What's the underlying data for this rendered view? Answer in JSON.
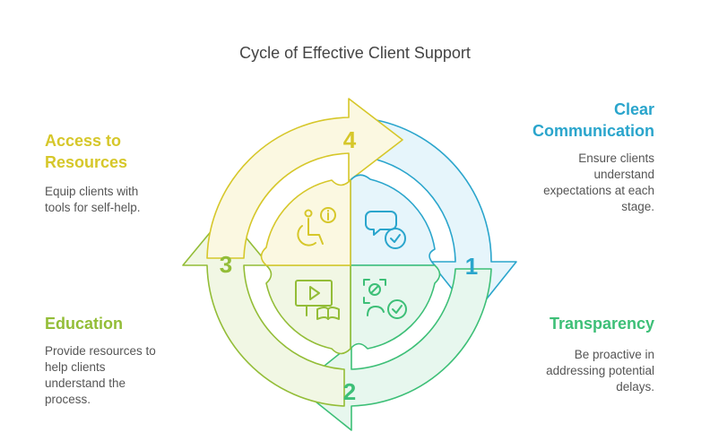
{
  "title": "Cycle of Effective Client Support",
  "colors": {
    "communication": "#2aa5cc",
    "transparency": "#3dbf77",
    "education": "#93bd37",
    "access": "#d6c72a"
  },
  "stages": [
    {
      "number": "1",
      "title_lines": [
        "Clear",
        "Communication"
      ],
      "desc_lines": [
        "Ensure clients",
        "understand",
        "expectations at each",
        "stage."
      ],
      "icon": "chat-check-icon"
    },
    {
      "number": "2",
      "title_lines": [
        "Transparency"
      ],
      "desc_lines": [
        "Be proactive in",
        "addressing potential",
        "delays."
      ],
      "icon": "person-scan-icon"
    },
    {
      "number": "3",
      "title_lines": [
        "Education"
      ],
      "desc_lines": [
        "Provide resources to",
        "help clients",
        "understand the",
        "process."
      ],
      "icon": "video-book-icon"
    },
    {
      "number": "4",
      "title_lines": [
        "Access to",
        "Resources"
      ],
      "desc_lines": [
        "Equip clients with",
        "tools for self-help."
      ],
      "icon": "accessibility-info-icon"
    }
  ]
}
